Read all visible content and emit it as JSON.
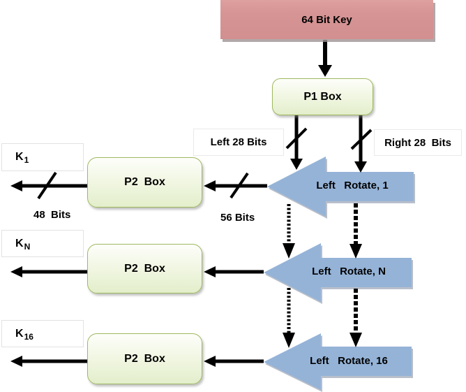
{
  "nodes": {
    "key_box_label": "64 Bit Key",
    "p1_box_label": "P1 Box",
    "p2_box_label_1": "P2  Box",
    "p2_box_label_2": "P2  Box",
    "p2_box_label_3": "P2  Box"
  },
  "rotate_arrows": {
    "arrow_1_label": "Left   Rotate, 1",
    "arrow_2_label": "Left   Rotate, N",
    "arrow_3_label": "Left   Rotate, 16"
  },
  "bus_labels": {
    "left_28": "Left 28 Bits",
    "right_28": "Right 28  Bits",
    "bits_48": "48  Bits",
    "bits_56": "56 Bits"
  },
  "key_outputs": {
    "k1_base": "K",
    "k1_sub": "1",
    "kn_base": "K",
    "kn_sub": "N",
    "k16_base": "K",
    "k16_sub": "16"
  },
  "colors": {
    "key_box_fill": "#d69494",
    "process_box_fill": "#e3eecb",
    "process_box_border": "#9fb961",
    "rotate_arrow_fill": "#95b3d7",
    "connector_color": "#000000",
    "label_box_bg": "#ffffff"
  }
}
